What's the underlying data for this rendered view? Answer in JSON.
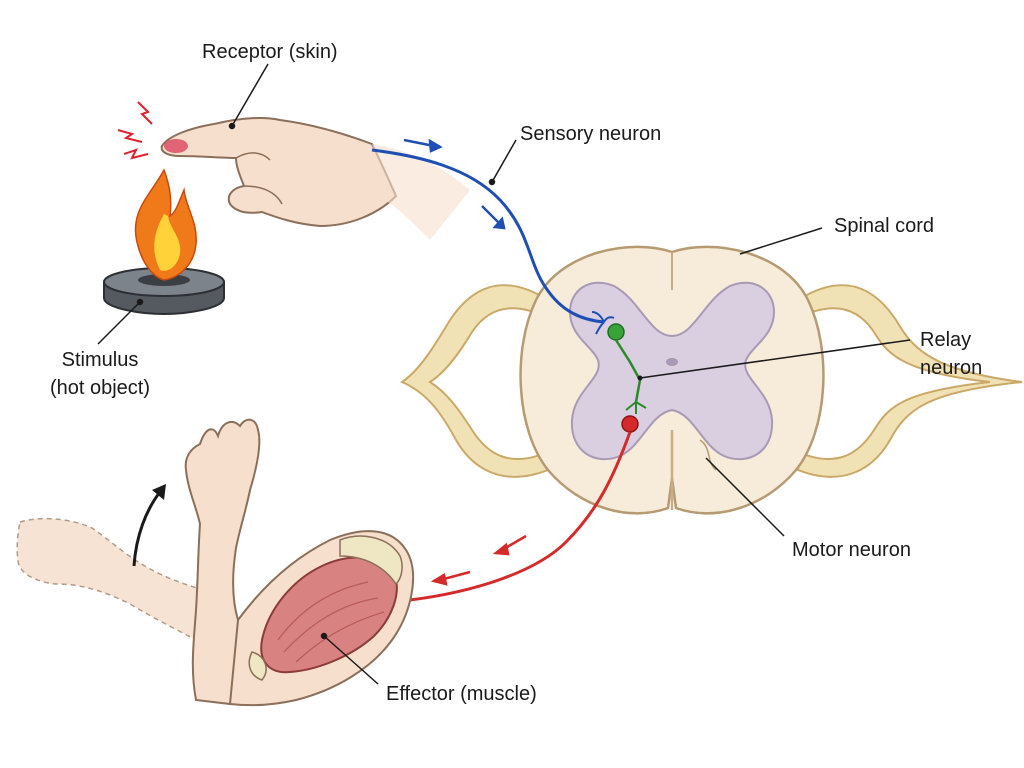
{
  "labels": {
    "receptor": "Receptor (skin)",
    "sensory_neuron": "Sensory neuron",
    "spinal_cord": "Spinal cord",
    "relay_neuron_line1": "Relay",
    "relay_neuron_line2": "neuron",
    "motor_neuron": "Motor neuron",
    "stimulus_line1": "Stimulus",
    "stimulus_line2": "(hot object)",
    "effector": "Effector (muscle)"
  },
  "colors": {
    "sensory_neuron": "#1f4fb5",
    "motor_neuron": "#d42a2a",
    "relay_neuron": "#2a8a2a",
    "grey_matter": "#d9cfe0",
    "white_matter": "#f6ecd9",
    "nerve_roots": "#f1e2b6",
    "skin": "#f6dfcc",
    "muscle": "#d98282",
    "flame_outer": "#f07a1a",
    "flame_inner": "#ffd23a"
  },
  "icons": [
    "flame-icon",
    "hand-icon",
    "arm-icon",
    "movement-arrow-icon",
    "signal-arrow-icon"
  ]
}
